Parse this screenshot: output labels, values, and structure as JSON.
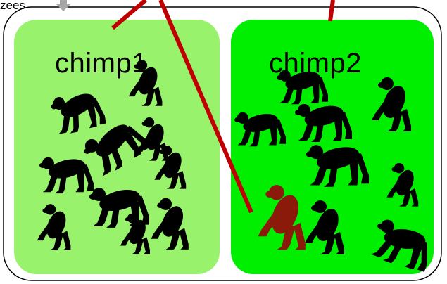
{
  "caption_fragment": "zees",
  "groups": [
    {
      "id": "chimp1",
      "label": "chimp1",
      "fill": "#99f26b"
    },
    {
      "id": "chimp2",
      "label": "chimp2",
      "fill": "#00ee00"
    }
  ],
  "colors": {
    "outer_border": "#000000",
    "connector_line": "#c00000",
    "silhouette": "#000000",
    "highlighted_silhouette": "#8b1a0a",
    "arrow": "#a6a6a6"
  },
  "icons": {
    "chimp": "chimp-silhouette-icon",
    "highlighted_chimp": "red-chimp-silhouette-icon",
    "arrow": "down-arrow-icon"
  }
}
